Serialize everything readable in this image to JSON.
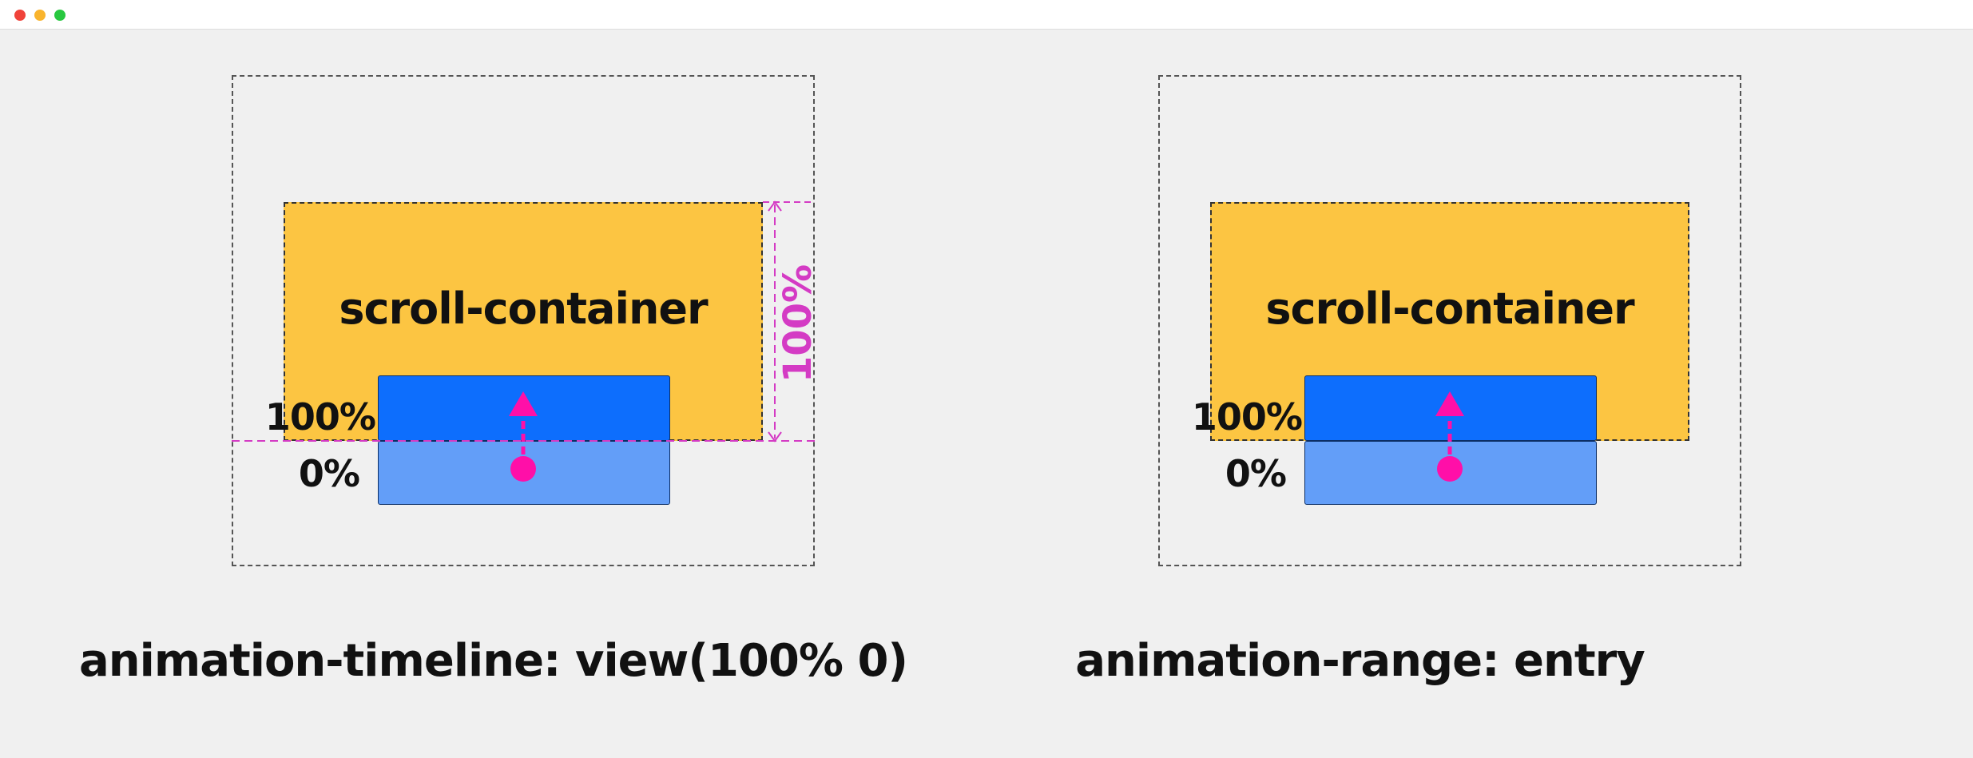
{
  "colors": {
    "background": "#f0f0f0",
    "titlebar": "#ffffff",
    "scroller_fill": "#fcc542",
    "subject_top_fill": "#0d6efd",
    "subject_bottom_fill": "#639ef8",
    "accent_pink": "#ff0fa8",
    "dash_pink": "#d43bc4",
    "traffic_red": "#f0433a",
    "traffic_yellow": "#f9b42d",
    "traffic_green": "#28c840"
  },
  "window": {
    "controls": [
      "close-button",
      "minimize-button",
      "maximize-button"
    ]
  },
  "panels": [
    {
      "id": "timeline",
      "scroller_label": "scroll-container",
      "pct_end_label": "100%",
      "pct_start_label": "0%",
      "inset_label": "100%",
      "caption": "animation-timeline: view(100% 0)",
      "show_inset": true
    },
    {
      "id": "range",
      "scroller_label": "scroll-container",
      "pct_end_label": "100%",
      "pct_start_label": "0%",
      "caption": "animation-range: entry",
      "show_inset": false
    }
  ]
}
